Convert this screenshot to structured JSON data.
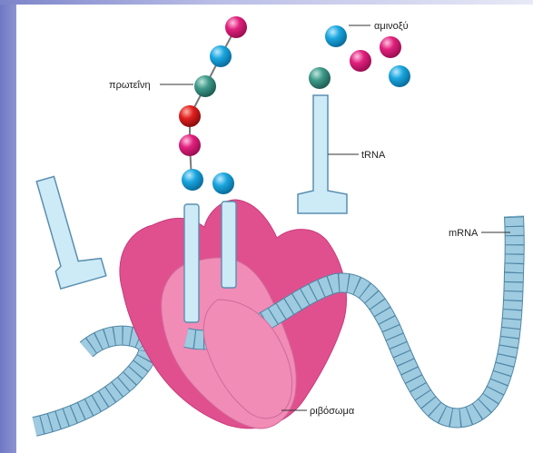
{
  "labels": {
    "protein": "πρωτεΐνη",
    "amino_acid": "αμινοξύ",
    "trna": "tRNA",
    "mrna": "mRNA",
    "ribosome": "ριβόσωμα"
  },
  "colors": {
    "trna": "#cdeaf7",
    "trna_stroke": "#5a8fb0",
    "mrna": "#9ecbe0",
    "ribosome_dark": "#e0508f",
    "ribosome_light": "#f08cb6",
    "amino_blue": "#1aa6de",
    "amino_magenta": "#e0207d",
    "amino_teal": "#3f9a8a",
    "amino_red": "#e0201f"
  }
}
